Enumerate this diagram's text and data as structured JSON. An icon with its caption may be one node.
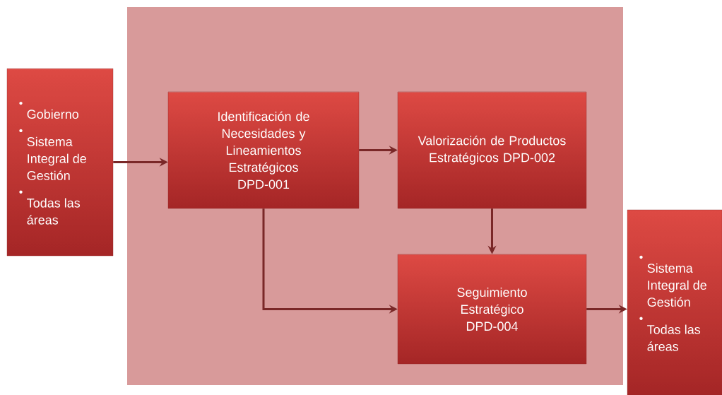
{
  "diagram": {
    "nodes": [
      {
        "text": [
          "Gobierno",
          "Sistema Integral de Gestión",
          "Todas las áreas"
        ]
      },
      {
        "text": [
          "Identificación de Necesidades y Lineamientos Estratégicos DPD-001"
        ]
      },
      {
        "text": [
          "Valorización de Productos Estratégicos DPD-002"
        ]
      },
      {
        "text": [
          "Seguimiento Estratégico DPD-004"
        ]
      },
      {
        "text": [
          "Sistema Integral de Gestión",
          "Todas las áreas"
        ]
      }
    ],
    "edges": [
      {
        "from": 0,
        "to": 1,
        "arrow": "to"
      },
      {
        "from": 1,
        "to": 2,
        "arrow": "to"
      },
      {
        "from": 2,
        "to": 3,
        "arrow": "to"
      },
      {
        "from": 1,
        "to": 3,
        "arrow": "to"
      },
      {
        "from": 3,
        "to": 4,
        "arrow": "to"
      }
    ]
  }
}
